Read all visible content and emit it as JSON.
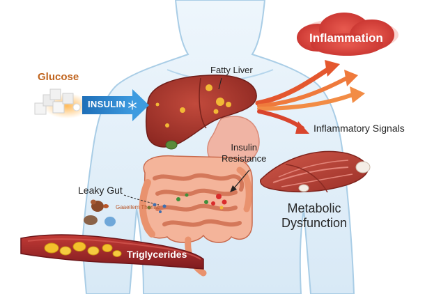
{
  "labels": {
    "glucose": "Glucose",
    "insulin": "INSULIN",
    "fatty_liver": "Fatty Liver",
    "inflammation": "Inflammation",
    "inflammatory_signals": "Inflammatory Signals",
    "insulin_resistance_1": "Insulin",
    "insulin_resistance_2": "Resistance",
    "leaky_gut": "Leaky Gut",
    "bacteria_toxins": "Gaaeilem Thanac",
    "metabolic_1": "Metabolic",
    "metabolic_2": "Dysfunction",
    "triglycerides": "Triglycerides"
  },
  "colors": {
    "body_outline": "#a9cde6",
    "body_fill": "#e3f0fa",
    "liver": "#a8352a",
    "fat_droplet": "#f2b836",
    "insulin_arrow": "#2f82c8",
    "inflammation_cloud": "#d9433c",
    "signal_arrow": "#e4572e",
    "intestine": "#e9926e",
    "muscle": "#b94536",
    "vessel": "#a3262a",
    "triglyceride": "#f3c02c",
    "sugar_cube": "#f1f1f1",
    "text_dark": "#1e1e1e",
    "glucose_text": "#c0641e"
  },
  "icons": [
    "sugar-cubes-icon",
    "insulin-arrow-icon",
    "snowflake-icon",
    "bacteria-icon",
    "muscle-icon",
    "blood-vessel-icon",
    "inflammation-cloud-icon"
  ]
}
